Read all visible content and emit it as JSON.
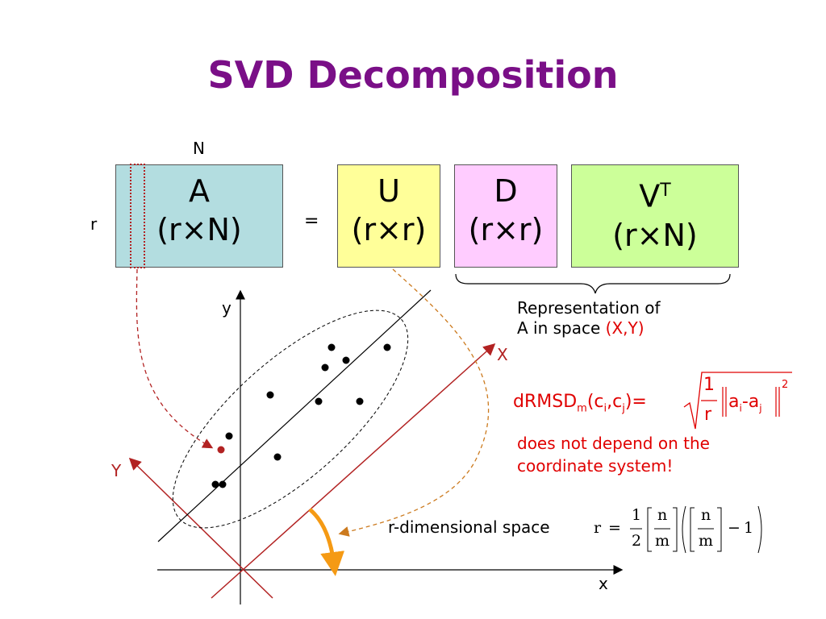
{
  "slide": {
    "title": "SVD Decomposition"
  },
  "matrices": {
    "A": {
      "name": "A",
      "dims": "(r×N)"
    },
    "U": {
      "name": "U",
      "dims": "(r×r)"
    },
    "D": {
      "name": "D",
      "dims": "(r×r)"
    },
    "VT": {
      "name": "V",
      "sup": "T",
      "dims": "(r×N)"
    },
    "equals": "=",
    "label_N": "N",
    "label_r": "r"
  },
  "representation": {
    "line1": "Representation of",
    "line2_prefix": "A in space ",
    "line2_highlight": "(X,Y)"
  },
  "drmsd": {
    "lhs": "dRMSD",
    "sub_m": "m",
    "args_open": "(c",
    "sub_i": "i",
    "comma": ",c",
    "sub_j": "j",
    "args_close": ")=",
    "frac_num": "1",
    "frac_den": "r",
    "norm_a": "a",
    "minus_a": "-a",
    "exp": "2",
    "note_line1": "does not depend on the",
    "note_line2": "coordinate system!"
  },
  "space_label": "r-dimensional space",
  "formula_r": {
    "lhs": "r",
    "eq": "=",
    "half_num": "1",
    "half_den": "2",
    "n1": "n",
    "m1": "m",
    "n2": "n",
    "m2": "m",
    "minus": "−",
    "one": "1"
  },
  "axes": {
    "x_lower": "x",
    "y_lower": "y",
    "X_upper": "X",
    "Y_upper": "Y"
  },
  "colors": {
    "title": "#7a0f87",
    "box_A": "#b3dde0",
    "box_U": "#ffff99",
    "box_D": "#ffccff",
    "box_VT": "#ccff99",
    "red": "#e00000",
    "darkred": "#b22222",
    "orange": "#f59a14",
    "dashed_orange": "#cc7a1e"
  }
}
